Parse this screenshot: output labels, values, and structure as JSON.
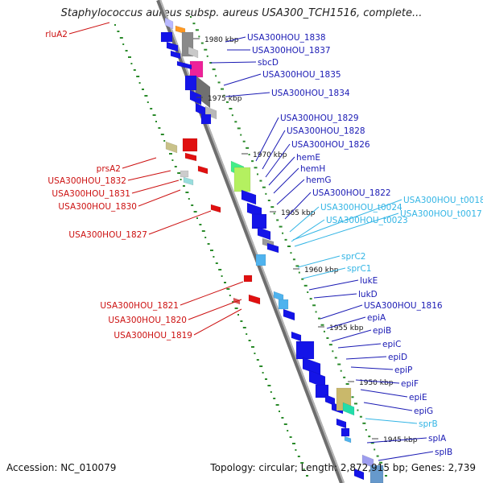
{
  "title": "Staphylococcus aureus subsp. aureus USA300_TCH1516, complete...",
  "accession": "Accession: NC_010079",
  "summary": "Topology: circular; Length: 2,872,915 bp; Genes: 2,739",
  "colors": {
    "backbone": "#8c8c8c",
    "forward_strand_label": "#1a1ab4",
    "reverse_strand_label": "#cc1010",
    "rna_label": "#33b5e5",
    "tick_label": "#111111",
    "gc_dots": "#2a8a2a"
  },
  "ticks": [
    {
      "label": "1980 kbp"
    },
    {
      "label": "1975 kbp"
    },
    {
      "label": "1970 kbp"
    },
    {
      "label": "1965 kbp"
    },
    {
      "label": "1960 kbp"
    },
    {
      "label": "1955 kbp"
    },
    {
      "label": "1950 kbp"
    },
    {
      "label": "1945 kbp"
    }
  ],
  "genes_right": [
    {
      "name": "USA300HOU_1838",
      "type": "cds"
    },
    {
      "name": "USA300HOU_1837",
      "type": "cds"
    },
    {
      "name": "sbcD",
      "type": "cds"
    },
    {
      "name": "USA300HOU_1835",
      "type": "cds"
    },
    {
      "name": "USA300HOU_1834",
      "type": "cds"
    },
    {
      "name": "USA300HOU_1829",
      "type": "cds"
    },
    {
      "name": "USA300HOU_1828",
      "type": "cds"
    },
    {
      "name": "USA300HOU_1826",
      "type": "cds"
    },
    {
      "name": "hemE",
      "type": "cds"
    },
    {
      "name": "hemH",
      "type": "cds"
    },
    {
      "name": "hemG",
      "type": "cds"
    },
    {
      "name": "USA300HOU_1822",
      "type": "cds"
    },
    {
      "name": "USA300HOU_t0018",
      "type": "rna"
    },
    {
      "name": "USA300HOU_t0024",
      "type": "rna"
    },
    {
      "name": "USA300HOU_t0017",
      "type": "rna"
    },
    {
      "name": "USA300HOU_t0023",
      "type": "rna"
    },
    {
      "name": "sprC2",
      "type": "rna"
    },
    {
      "name": "sprC1",
      "type": "rna"
    },
    {
      "name": "lukE",
      "type": "cds"
    },
    {
      "name": "lukD",
      "type": "cds"
    },
    {
      "name": "USA300HOU_1816",
      "type": "cds"
    },
    {
      "name": "epiA",
      "type": "cds"
    },
    {
      "name": "epiB",
      "type": "cds"
    },
    {
      "name": "epiC",
      "type": "cds"
    },
    {
      "name": "epiD",
      "type": "cds"
    },
    {
      "name": "epiP",
      "type": "cds"
    },
    {
      "name": "epiF",
      "type": "cds"
    },
    {
      "name": "epiE",
      "type": "cds"
    },
    {
      "name": "epiG",
      "type": "cds"
    },
    {
      "name": "sprB",
      "type": "rna"
    },
    {
      "name": "splA",
      "type": "cds"
    },
    {
      "name": "splB",
      "type": "cds"
    }
  ],
  "genes_left": [
    {
      "name": "rluA2"
    },
    {
      "name": "prsA2"
    },
    {
      "name": "USA300HOU_1832"
    },
    {
      "name": "USA300HOU_1831"
    },
    {
      "name": "USA300HOU_1830"
    },
    {
      "name": "USA300HOU_1827"
    },
    {
      "name": "USA300HOU_1821"
    },
    {
      "name": "USA300HOU_1820"
    },
    {
      "name": "USA300HOU_1819"
    }
  ]
}
